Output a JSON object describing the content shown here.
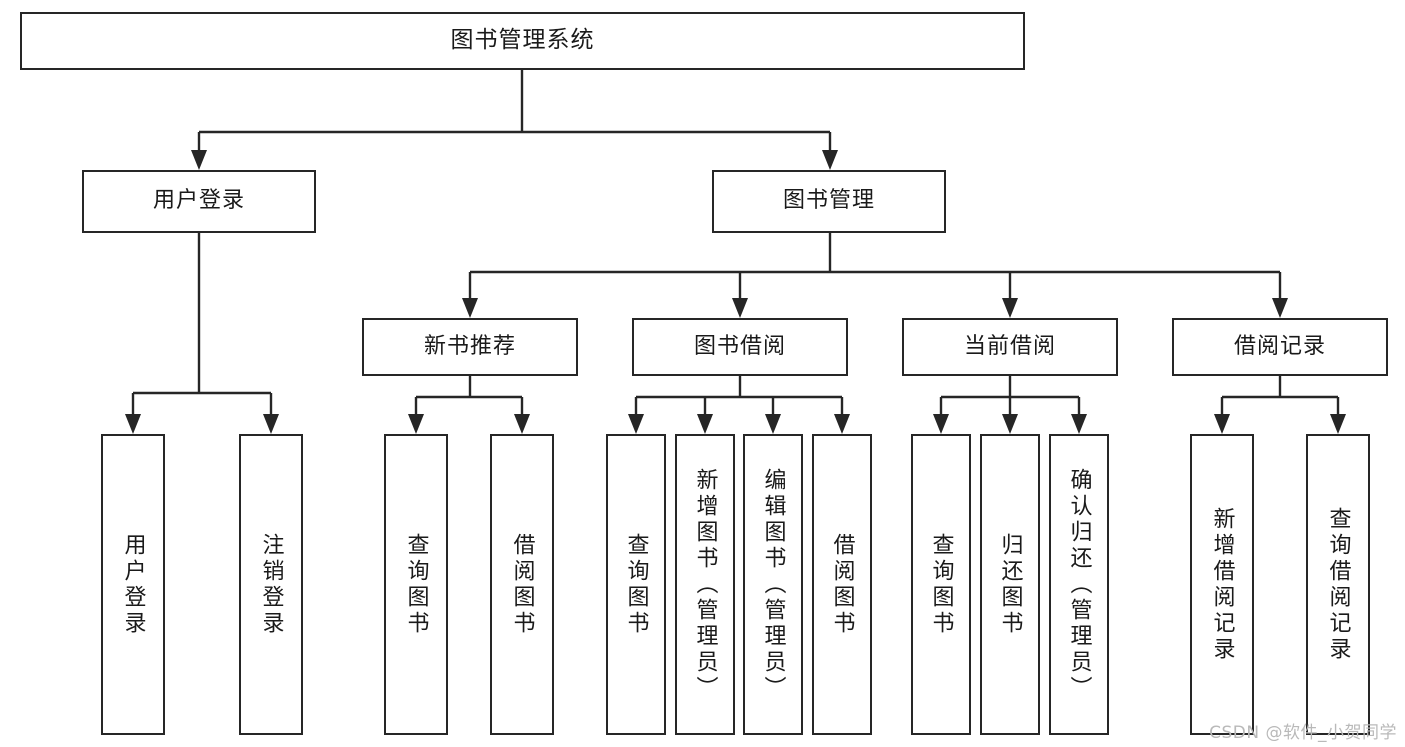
{
  "diagram": {
    "title": "图书管理系统",
    "type": "tree-hierarchy",
    "root": {
      "label": "图书管理系统"
    },
    "level2": [
      {
        "id": "user-login",
        "label": "用户登录"
      },
      {
        "id": "book-management",
        "label": "图书管理"
      }
    ],
    "level3": [
      {
        "id": "new-book-recommend",
        "label": "新书推荐"
      },
      {
        "id": "book-borrow",
        "label": "图书借阅"
      },
      {
        "id": "current-borrow",
        "label": "当前借阅"
      },
      {
        "id": "borrow-record",
        "label": "借阅记录"
      }
    ],
    "leaves": {
      "user_login": [
        {
          "id": "leaf-user-login",
          "label": "用户登录"
        },
        {
          "id": "leaf-logout",
          "label": "注销登录"
        }
      ],
      "new_book_recommend": [
        {
          "id": "leaf-query-book-1",
          "label": "查询图书"
        },
        {
          "id": "leaf-borrow-book-1",
          "label": "借阅图书"
        }
      ],
      "book_borrow": [
        {
          "id": "leaf-query-book-2",
          "label": "查询图书"
        },
        {
          "id": "leaf-add-book",
          "label": "新增图书（管理员）"
        },
        {
          "id": "leaf-edit-book",
          "label": "编辑图书（管理员）"
        },
        {
          "id": "leaf-borrow-book-2",
          "label": "借阅图书"
        }
      ],
      "current_borrow": [
        {
          "id": "leaf-query-book-3",
          "label": "查询图书"
        },
        {
          "id": "leaf-return-book",
          "label": "归还图书"
        },
        {
          "id": "leaf-confirm-return",
          "label": "确认归还（管理员）"
        }
      ],
      "borrow_record": [
        {
          "id": "leaf-add-record",
          "label": "新增借阅记录"
        },
        {
          "id": "leaf-query-record",
          "label": "查询借阅记录"
        }
      ]
    }
  },
  "watermark": {
    "text": "CSDN @软件_小贺同学"
  },
  "colors": {
    "stroke": "#262626",
    "background": "#ffffff",
    "text": "#1a1a1a",
    "watermark": "#b9b9b9"
  }
}
